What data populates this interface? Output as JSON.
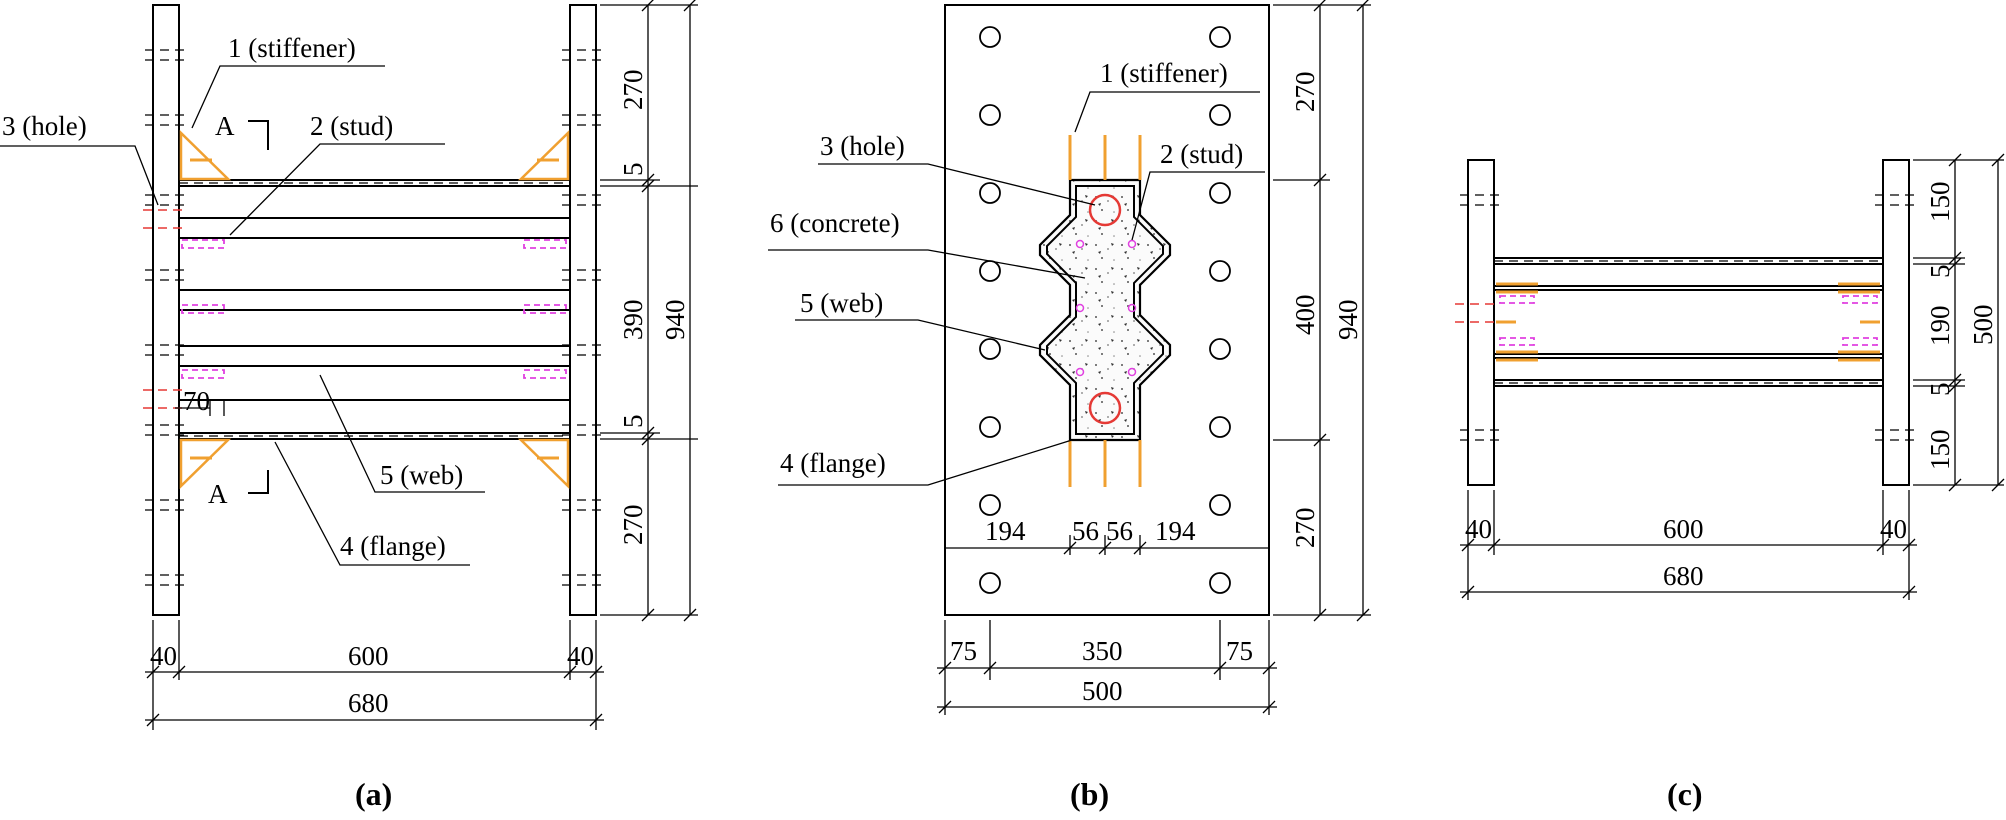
{
  "panel_a": {
    "labels": {
      "stiffener": "1 (stiffener)",
      "stud": "2 (stud)",
      "hole": "3 (hole)",
      "flange": "4 (flange)",
      "web": "5 (web)",
      "section_mark": "A"
    },
    "dims": {
      "top": "270",
      "t_top": "5",
      "mid": "390",
      "t_bot": "5",
      "bot": "270",
      "total": "940",
      "left_plate": "40",
      "width": "600",
      "right_plate": "40",
      "overall": "680",
      "spacing": "70"
    },
    "caption": "(a)"
  },
  "panel_b": {
    "labels": {
      "stiffener": "1 (stiffener)",
      "hole": "3 (hole)",
      "stud": "2 (stud)",
      "concrete": "6 (concrete)",
      "web": "5 (web)",
      "flange": "4 (flange)"
    },
    "dims": {
      "top": "270",
      "mid": "400",
      "bot": "270",
      "total": "940",
      "inner_l": "194",
      "s1": "56",
      "s2": "56",
      "inner_r": "194",
      "edge_l": "75",
      "center": "350",
      "edge_r": "75",
      "width": "500"
    },
    "caption": "(b)"
  },
  "panel_c": {
    "dims": {
      "top": "150",
      "t_top": "5",
      "mid": "190",
      "t_bot": "5",
      "bot": "150",
      "total": "500",
      "left_plate": "40",
      "width": "600",
      "right_plate": "40",
      "overall": "680"
    },
    "caption": "(c)"
  },
  "colors": {
    "stiffener": "#f0a030",
    "stud": "#e040e0",
    "hole_marker": "#e53935",
    "line": "#000000"
  }
}
